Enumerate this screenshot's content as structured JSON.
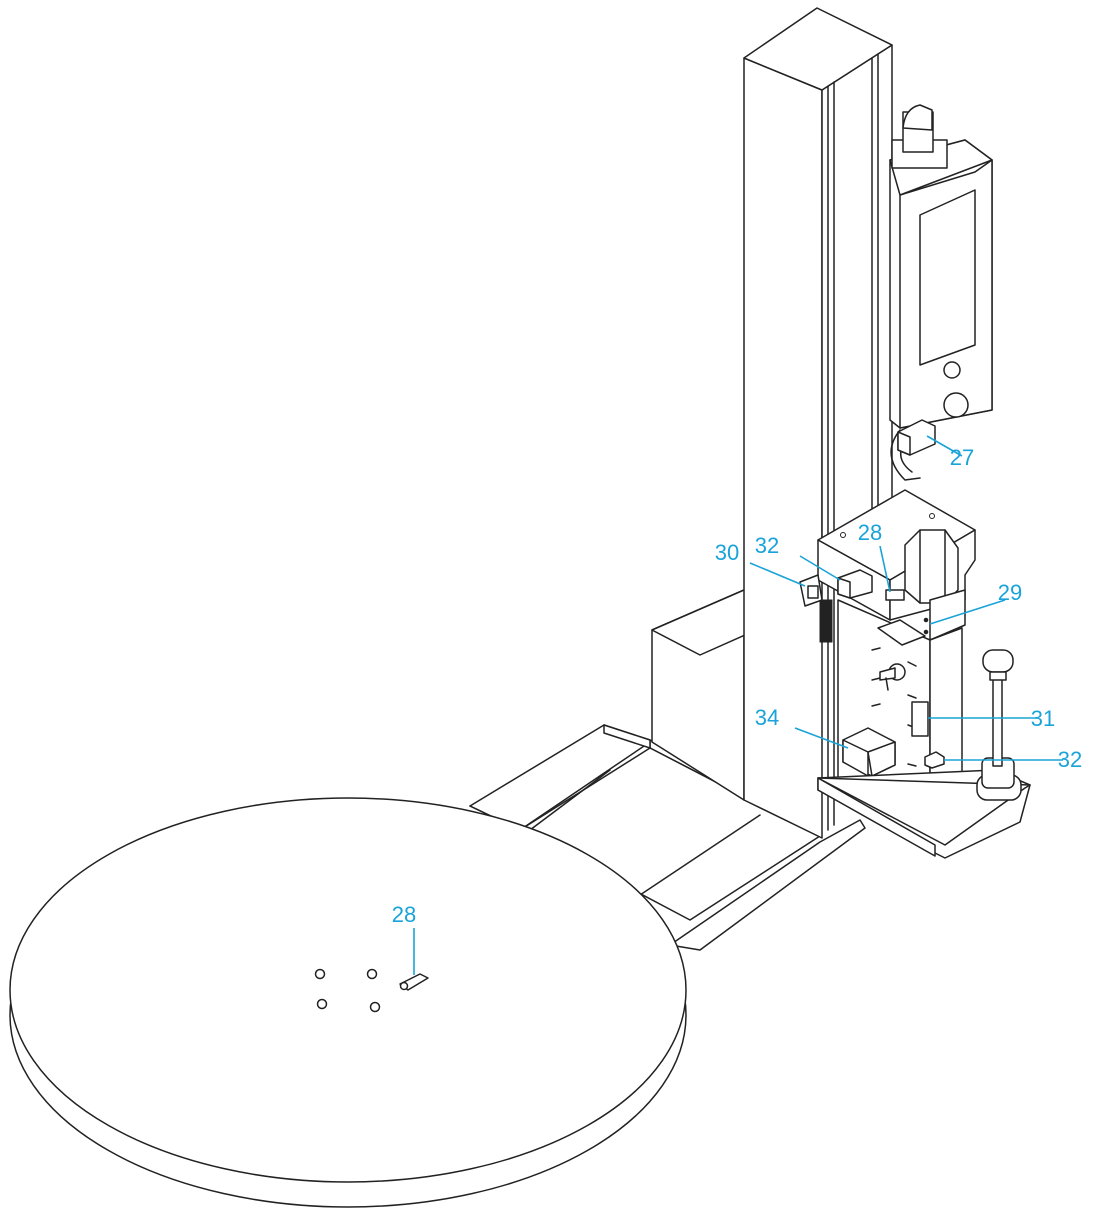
{
  "accent_color": "#1aa3d9",
  "line_color": "#222222",
  "callouts": [
    {
      "id": "c27",
      "text": "27"
    },
    {
      "id": "c28a",
      "text": "28"
    },
    {
      "id": "c32a",
      "text": "32"
    },
    {
      "id": "c30",
      "text": "30"
    },
    {
      "id": "c29",
      "text": "29"
    },
    {
      "id": "c31",
      "text": "31"
    },
    {
      "id": "c34",
      "text": "34"
    },
    {
      "id": "c32b",
      "text": "32"
    },
    {
      "id": "c28b",
      "text": "28"
    }
  ]
}
